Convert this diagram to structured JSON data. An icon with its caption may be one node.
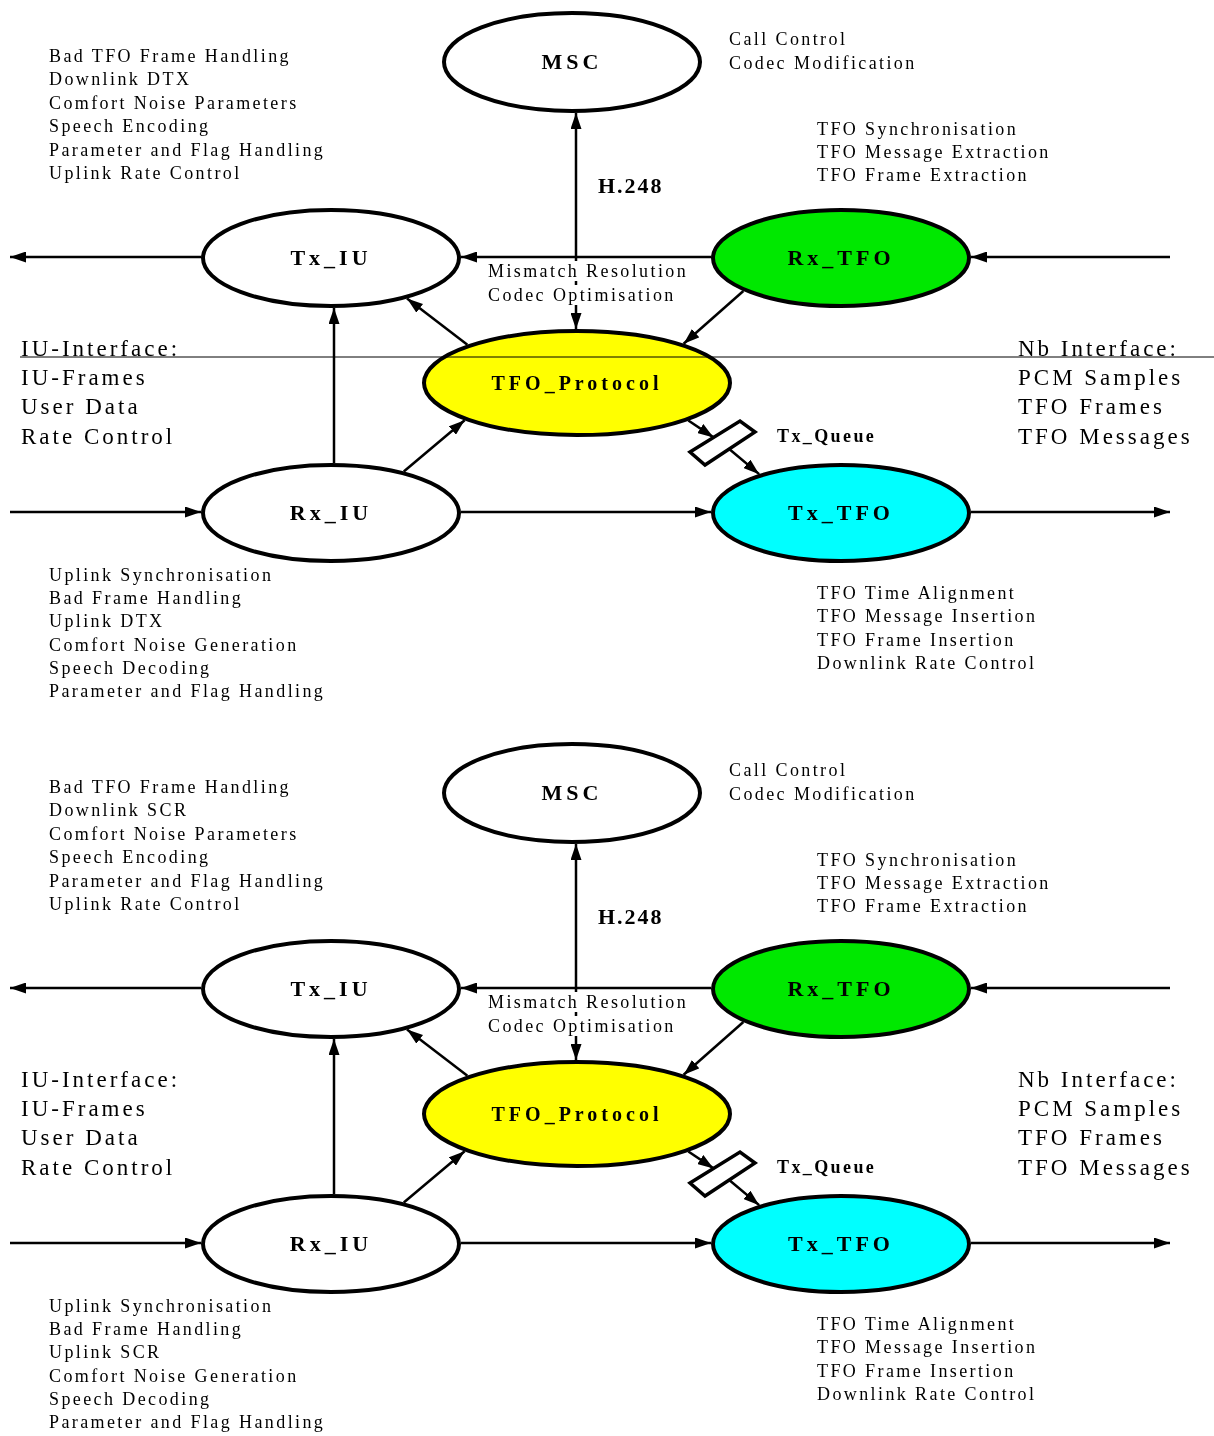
{
  "diagram": {
    "nodes": [
      {
        "text": [
          "MSC"
        ],
        "beside": [
          "Call Control",
          "Codec Modification"
        ]
      },
      {
        "text": [
          "Tx_IU"
        ],
        "beside": [
          "Bad TFO Frame Handling",
          "Downlink DTX",
          "Comfort Noise Parameters",
          "Speech Encoding",
          "Parameter and Flag Handling",
          "Uplink Rate Control"
        ]
      },
      {
        "text": [
          "Rx_TFO"
        ],
        "beside": [
          "TFO Synchronisation",
          "TFO Message Extraction",
          "TFO Frame Extraction"
        ]
      },
      {
        "text": [
          "TFO_Protocol"
        ],
        "beside": [
          "Mismatch Resolution",
          "Codec Optimisation"
        ]
      },
      {
        "text": [],
        "shape": "box",
        "beside": [
          "Tx_Queue"
        ]
      },
      {
        "text": [
          "Rx_IU"
        ],
        "beside": [
          "Uplink Synchronisation",
          "Bad Frame Handling",
          "Uplink DTX",
          "Comfort Noise Generation",
          "Speech Decoding",
          "Parameter and Flag Handling"
        ]
      },
      {
        "text": [
          "Tx_TFO"
        ],
        "beside": [
          "TFO Time Alignment",
          "TFO Message Insertion",
          "TFO Frame Insertion",
          "Downlink Rate Control"
        ]
      },
      {
        "text": [
          "MSC"
        ],
        "beside": [
          "Call Control",
          "Codec Modification"
        ]
      },
      {
        "text": [
          "Tx_IU"
        ],
        "beside": [
          "Bad TFO Frame Handling",
          "Downlink SCR",
          "Comfort Noise Parameters",
          "Speech Encoding",
          "Parameter and Flag Handling",
          "Uplink Rate Control"
        ]
      },
      {
        "text": [
          "Rx_TFO"
        ],
        "beside": [
          "TFO Synchronisation",
          "TFO Message Extraction",
          "TFO Frame Extraction"
        ]
      },
      {
        "text": [
          "TFO_Protocol"
        ],
        "beside": [
          "Mismatch Resolution",
          "Codec Optimisation"
        ]
      },
      {
        "text": [],
        "shape": "box",
        "beside": [
          "Tx_Queue"
        ]
      },
      {
        "text": [
          "Rx_IU"
        ],
        "beside": [
          "Uplink Synchronisation",
          "Bad Frame Handling",
          "Uplink SCR",
          "Comfort Noise Generation",
          "Speech Decoding",
          "Parameter and Flag Handling"
        ]
      },
      {
        "text": [
          "Tx_TFO"
        ],
        "beside": [
          "TFO Time Alignment",
          "TFO Message Insertion",
          "TFO Frame Insertion",
          "Downlink Rate Control"
        ]
      }
    ],
    "edges": [
      {
        "from": 0,
        "to": 3,
        "arrow": "both",
        "label": "H.248"
      },
      {
        "from": 2,
        "to": 1,
        "arrow": "to"
      },
      {
        "from": null,
        "to": 2,
        "arrow": "to"
      },
      {
        "from": 1,
        "to": null,
        "arrow": "to"
      },
      {
        "from": 5,
        "to": 1,
        "arrow": "to"
      },
      {
        "from": 3,
        "to": 1,
        "arrow": "to"
      },
      {
        "from": 2,
        "to": 3,
        "arrow": "to"
      },
      {
        "from": 5,
        "to": 3,
        "arrow": "to"
      },
      {
        "from": 3,
        "to": 4,
        "arrow": "to"
      },
      {
        "from": 4,
        "to": 6,
        "arrow": "to"
      },
      {
        "from": null,
        "to": 5,
        "arrow": "to"
      },
      {
        "from": 5,
        "to": 6,
        "arrow": "to"
      },
      {
        "from": 6,
        "to": null,
        "arrow": "to"
      },
      {
        "from": 7,
        "to": 10,
        "arrow": "both",
        "label": "H.248"
      },
      {
        "from": 9,
        "to": 8,
        "arrow": "to"
      },
      {
        "from": null,
        "to": 9,
        "arrow": "to"
      },
      {
        "from": 8,
        "to": null,
        "arrow": "to"
      },
      {
        "from": 12,
        "to": 8,
        "arrow": "to"
      },
      {
        "from": 10,
        "to": 8,
        "arrow": "to"
      },
      {
        "from": 9,
        "to": 10,
        "arrow": "to"
      },
      {
        "from": 12,
        "to": 10,
        "arrow": "to"
      },
      {
        "from": 10,
        "to": 11,
        "arrow": "to"
      },
      {
        "from": 11,
        "to": 13,
        "arrow": "to"
      },
      {
        "from": null,
        "to": 12,
        "arrow": "to"
      },
      {
        "from": 12,
        "to": 13,
        "arrow": "to"
      },
      {
        "from": 13,
        "to": null,
        "arrow": "to"
      }
    ],
    "labels": [
      "IU-Interface:",
      "IU-Frames",
      "User Data",
      "Rate Control",
      "Nb Interface:",
      "PCM Samples",
      "TFO Frames",
      "TFO Messages",
      "IU-Interface:",
      "IU-Frames",
      "User Data",
      "Rate Control",
      "Nb Interface:",
      "PCM Samples",
      "TFO Frames",
      "TFO Messages"
    ]
  }
}
